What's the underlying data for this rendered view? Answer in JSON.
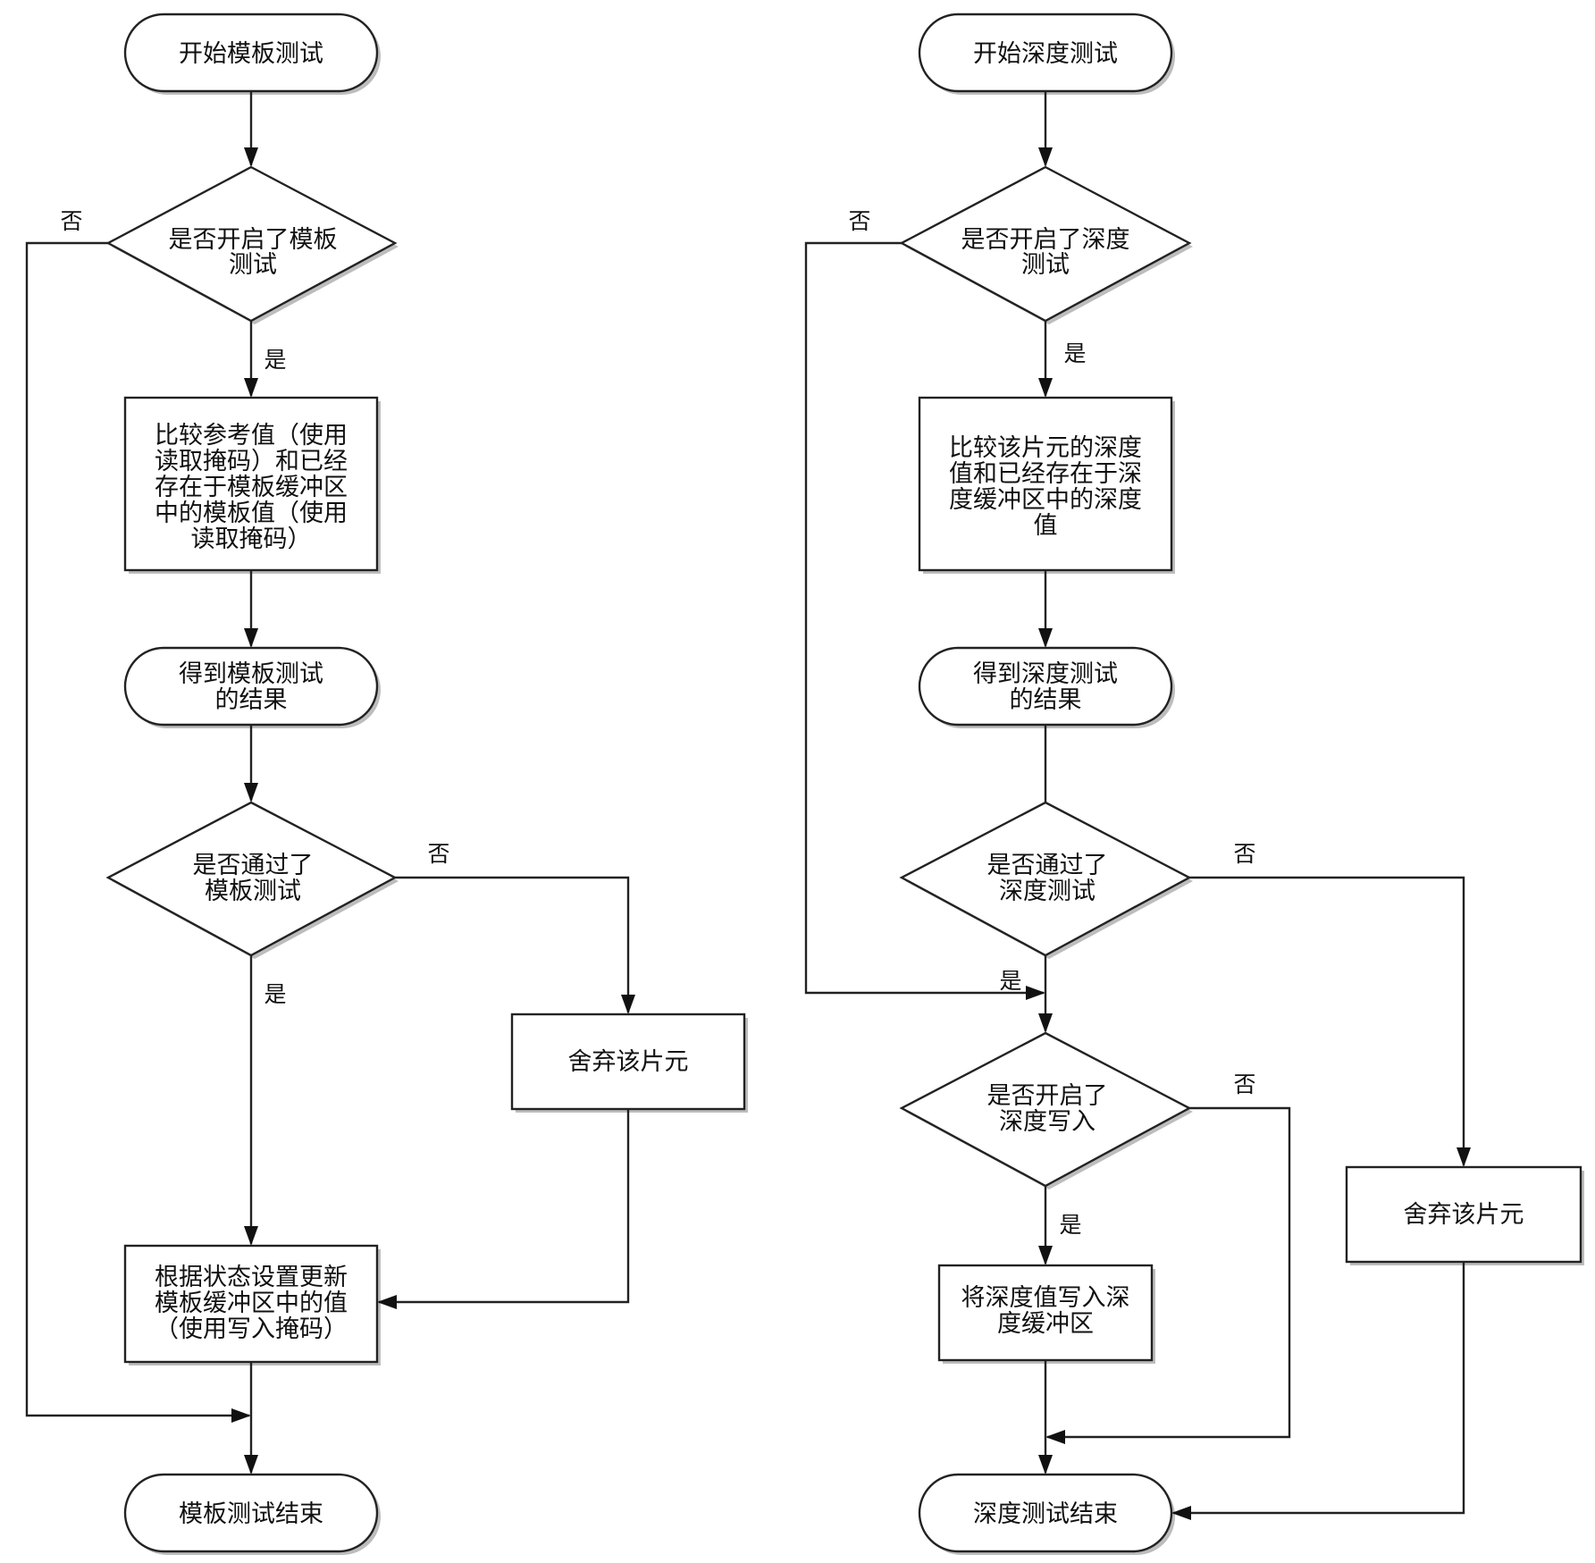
{
  "stencil": {
    "start": "开始模板测试",
    "enabled_question": [
      "是否开启了模板",
      "测试"
    ],
    "compare": [
      "比较参考值（使用",
      "读取掩码）和已经",
      "存在于模板缓冲区",
      "中的模板值（使用",
      "读取掩码）"
    ],
    "result": [
      "得到模板测试",
      "的结果"
    ],
    "passed_question": [
      "是否通过了",
      "模板测试"
    ],
    "discard": "舍弃该片元",
    "update": [
      "根据状态设置更新",
      "模板缓冲区中的值",
      "（使用写入掩码）"
    ],
    "end": "模板测试结束"
  },
  "depth": {
    "start": "开始深度测试",
    "enabled_question": [
      "是否开启了深度",
      "测试"
    ],
    "compare": [
      "比较该片元的深度",
      "值和已经存在于深",
      "度缓冲区中的深度",
      "值"
    ],
    "result": [
      "得到深度测试",
      "的结果"
    ],
    "passed_question": [
      "是否通过了",
      "深度测试"
    ],
    "write_question": [
      "是否开启了",
      "深度写入"
    ],
    "write": [
      "将深度值写入深",
      "度缓冲区"
    ],
    "discard": "舍弃该片元",
    "end": "深度测试结束"
  },
  "edge_labels": {
    "yes": "是",
    "no": "否"
  }
}
